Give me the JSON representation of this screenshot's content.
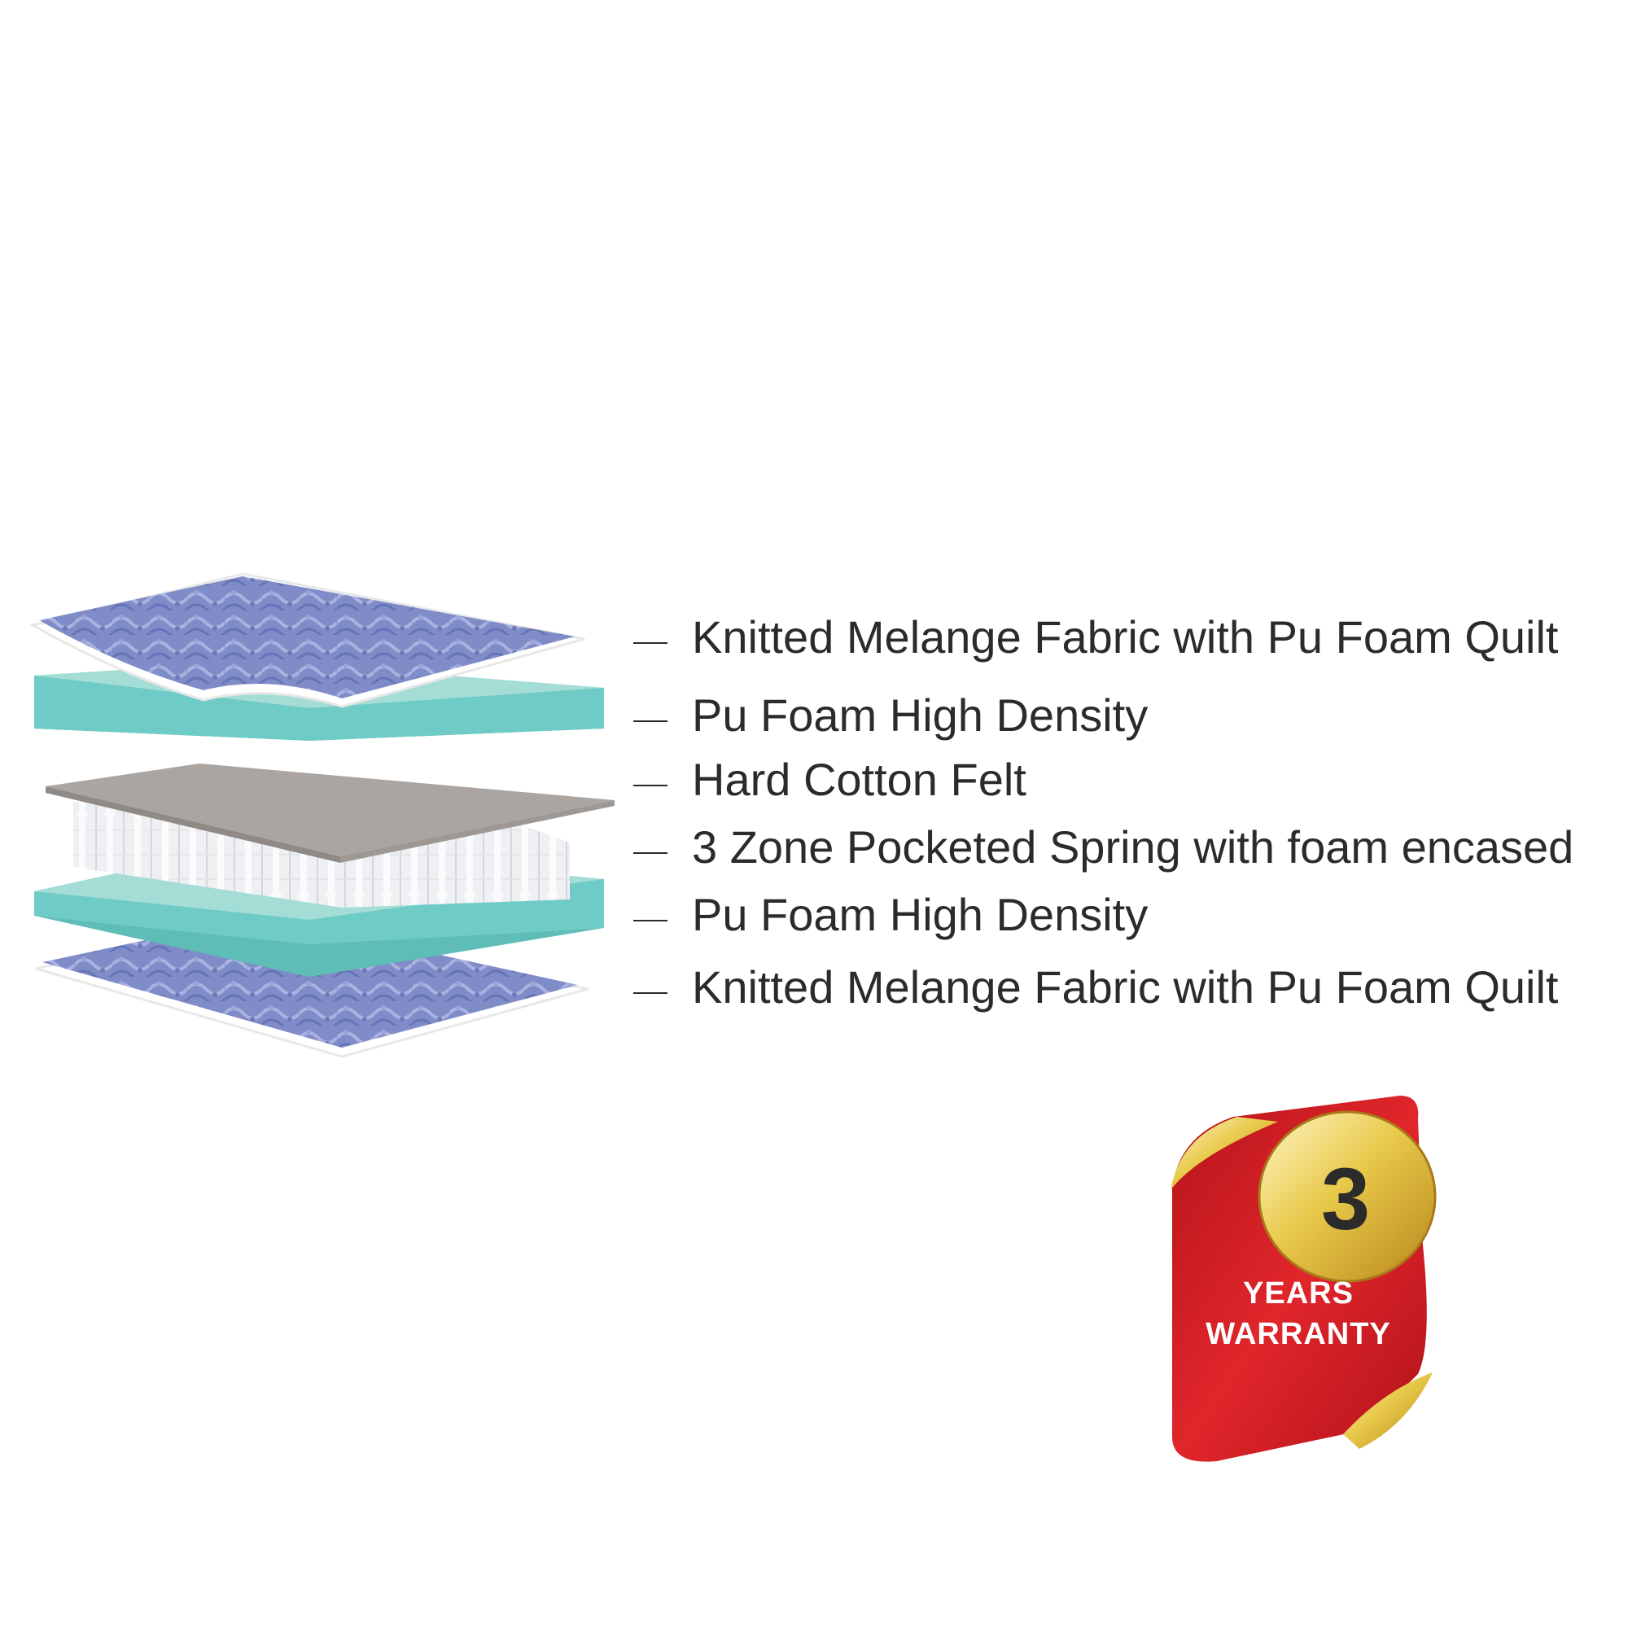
{
  "layers": [
    {
      "label": "Knitted Melange Fabric with Pu Foam Quilt"
    },
    {
      "label": "Pu Foam High Density"
    },
    {
      "label": "Hard Cotton Felt"
    },
    {
      "label": "3 Zone Pocketed Spring with foam encased"
    },
    {
      "label": "Pu Foam High Density"
    },
    {
      "label": "Knitted Melange Fabric with Pu Foam Quilt"
    }
  ],
  "badge": {
    "number": "3",
    "line1": "YEARS",
    "line2": "WARRANTY"
  },
  "colors": {
    "fabric": "#7f8cc8",
    "foam_top": "#a4dcd6",
    "foam_side": "#6fcbc5",
    "felt": "#a8a39f",
    "badge_red": "#d9262a",
    "badge_gold": "#e2c141"
  }
}
